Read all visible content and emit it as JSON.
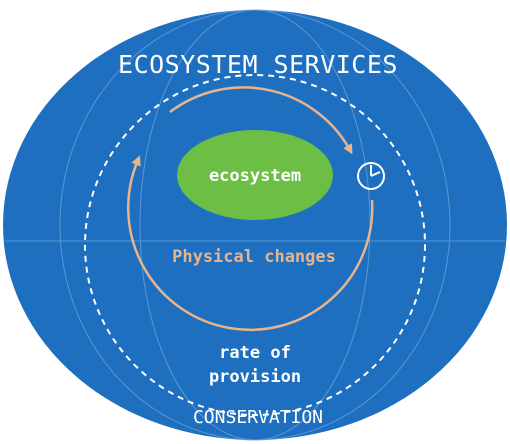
{
  "diagram": {
    "outer_label": "ECOSYSTEM SERVICES",
    "center_label": "ecosystem",
    "cycle_label": "Physical changes",
    "rate_label_line1": "rate of",
    "rate_label_line2": "provision",
    "bottom_label": "CONSERVATION",
    "colors": {
      "globe_fill": "#1e6fc0",
      "grid_lines": "#6aa3da",
      "ecosystem_fill": "#6cbe45",
      "cycle_arrow": "#e8b48c",
      "dashed_circle": "#ffffff",
      "text": "#ffffff"
    },
    "icons": [
      "clock-icon"
    ]
  }
}
